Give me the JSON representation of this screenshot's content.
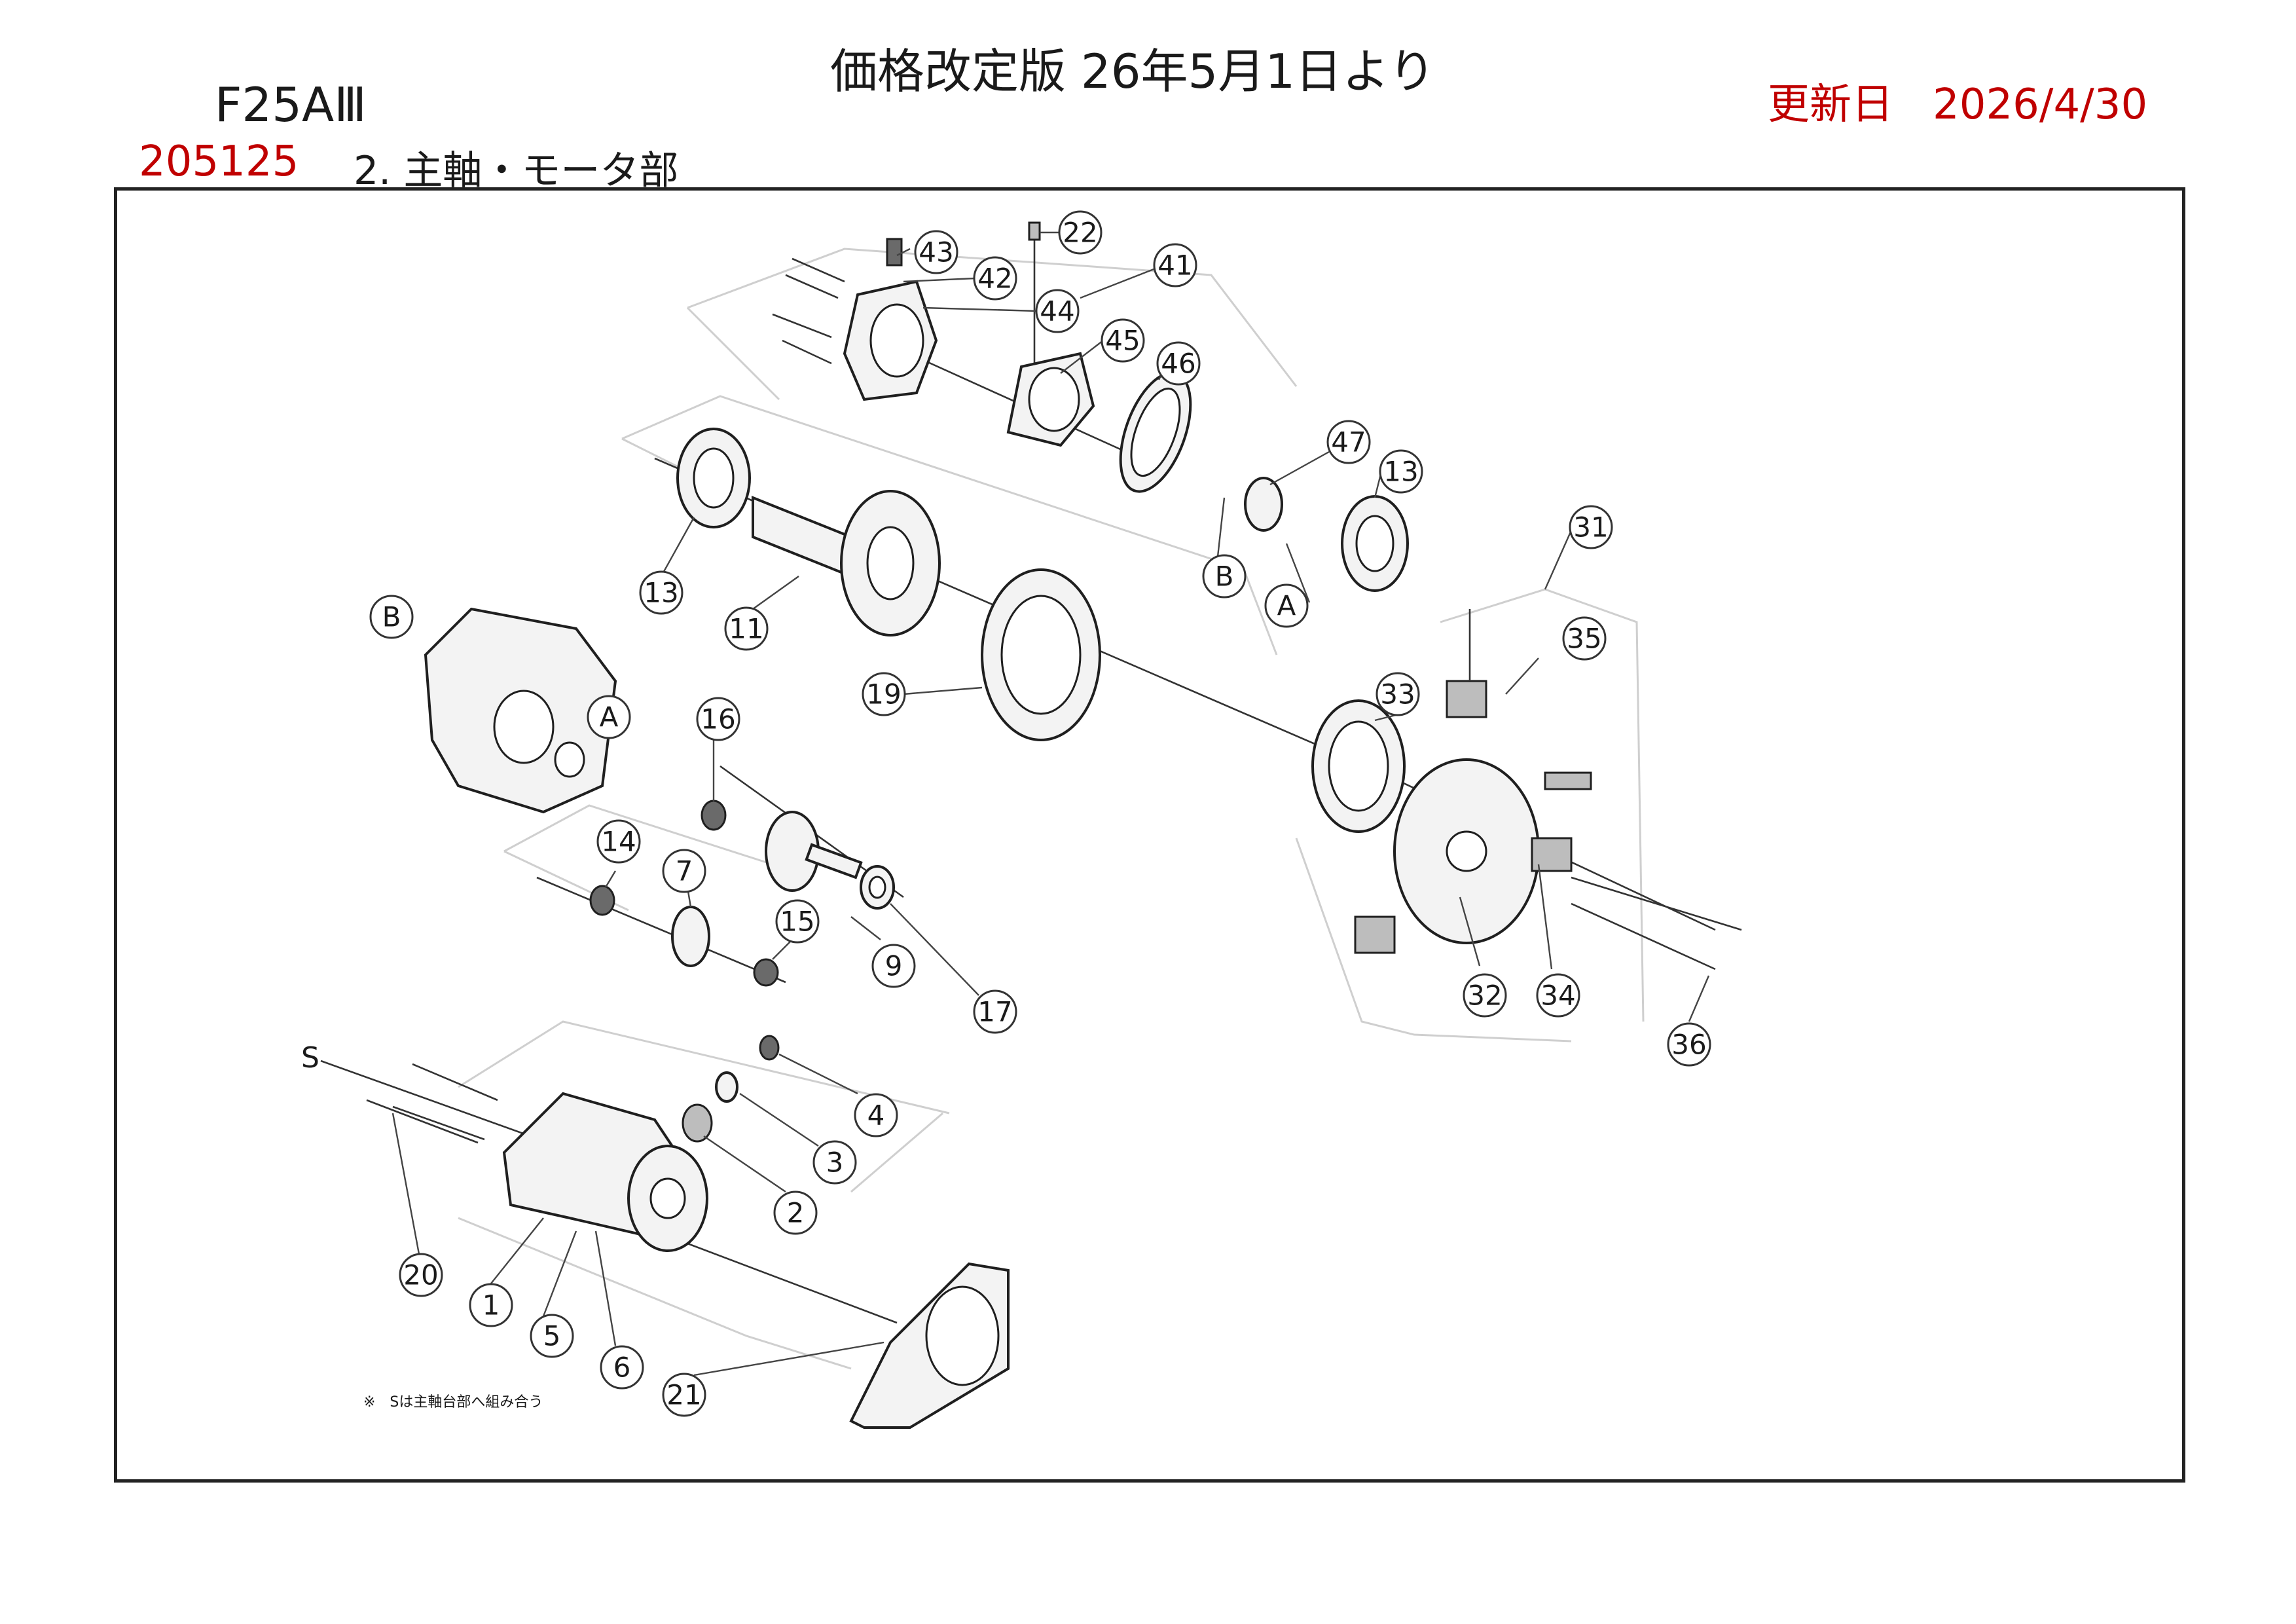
{
  "header": {
    "title": "価格改定版 26年5月1日より",
    "model": "F25AⅢ",
    "update_label": "更新日",
    "update_date": "2026/4/30",
    "part_code": "205125",
    "section": "2. 主軸・モータ部"
  },
  "diagram": {
    "callouts": [
      "22",
      "43",
      "42",
      "41",
      "44",
      "45",
      "46",
      "47",
      "13",
      "13",
      "11",
      "19",
      "31",
      "35",
      "33",
      "B",
      "A",
      "B",
      "A",
      "16",
      "14",
      "7",
      "15",
      "9",
      "17",
      "32",
      "34",
      "36",
      "4",
      "3",
      "2",
      "20",
      "1",
      "5",
      "6",
      "21"
    ],
    "s_label": "S",
    "note": "※　Sは主軸台部へ組み合う"
  }
}
